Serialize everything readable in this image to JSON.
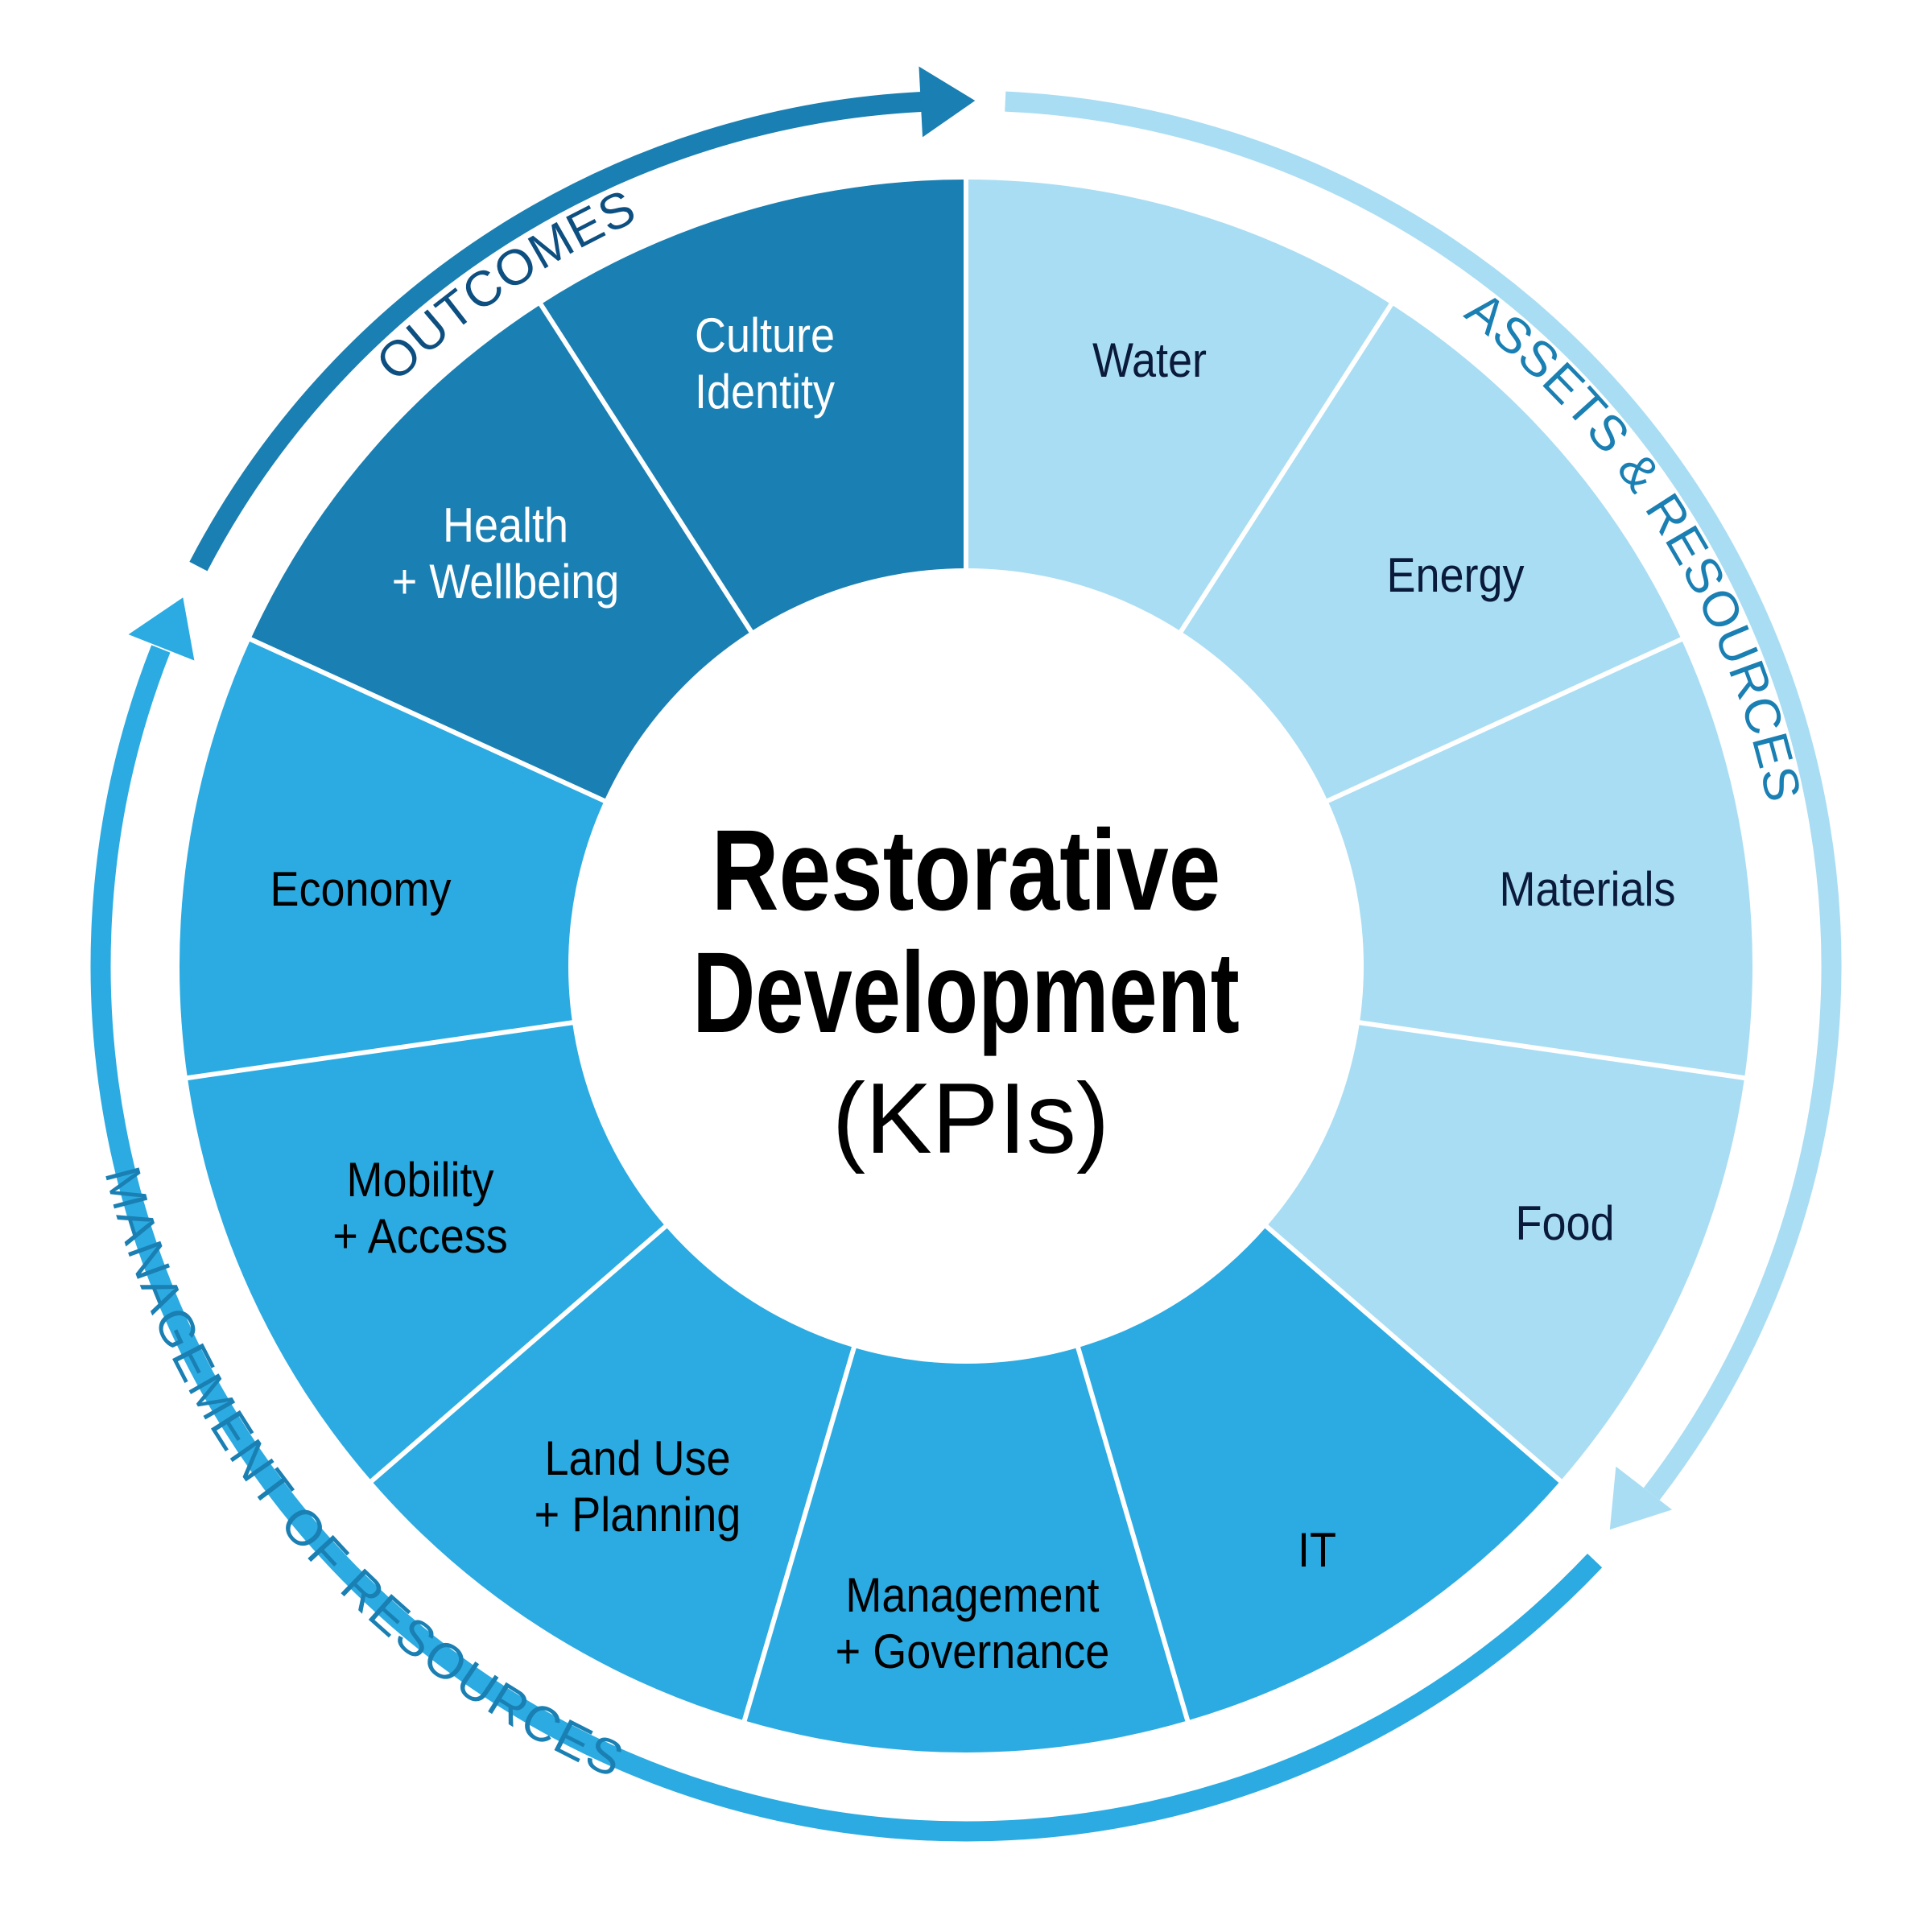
{
  "title": {
    "line1": "Restorative",
    "line2": "Development",
    "line3": "(KPIs)"
  },
  "colors": {
    "outcomes": "#1a7fb2",
    "management": "#2babe2",
    "assets": "#a9ddf3",
    "label_dark": "#0a1a3a",
    "label_light": "#ffffff",
    "label_black": "#000000",
    "arc_text_outcomes": "#0d4f80",
    "arc_text_other": "#1a7fb2",
    "divider": "#ffffff"
  },
  "groups": [
    {
      "id": "outcomes",
      "label": "OUTCOMES"
    },
    {
      "id": "assets",
      "label": "ASSETS & RESOURCES"
    },
    {
      "id": "management",
      "label": "MANAGEMENT OF RESOURCES"
    }
  ],
  "segments": [
    {
      "id": "water",
      "group": "assets",
      "lines": [
        "Water"
      ]
    },
    {
      "id": "energy",
      "group": "assets",
      "lines": [
        "Energy"
      ]
    },
    {
      "id": "materials",
      "group": "assets",
      "lines": [
        "Materials"
      ]
    },
    {
      "id": "food",
      "group": "assets",
      "lines": [
        "Food"
      ]
    },
    {
      "id": "it",
      "group": "management",
      "lines": [
        "IT"
      ]
    },
    {
      "id": "management-governance",
      "group": "management",
      "lines": [
        "Management",
        "+ Governance"
      ]
    },
    {
      "id": "land-use-planning",
      "group": "management",
      "lines": [
        "Land Use",
        "+ Planning"
      ]
    },
    {
      "id": "mobility-access",
      "group": "management",
      "lines": [
        "Mobility",
        "+ Access"
      ]
    },
    {
      "id": "economy",
      "group": "management",
      "lines": [
        "Economy"
      ]
    },
    {
      "id": "health-wellbeing",
      "group": "outcomes",
      "lines": [
        "Health",
        "+ Wellbeing"
      ]
    },
    {
      "id": "culture-identity",
      "group": "outcomes",
      "lines": [
        "Culture",
        "Identity"
      ]
    }
  ],
  "icons": {
    "outcomes_arrow": "arrow-right-icon",
    "assets_arrow": "arrow-down-left-icon",
    "management_arrow": "arrow-up-icon"
  }
}
